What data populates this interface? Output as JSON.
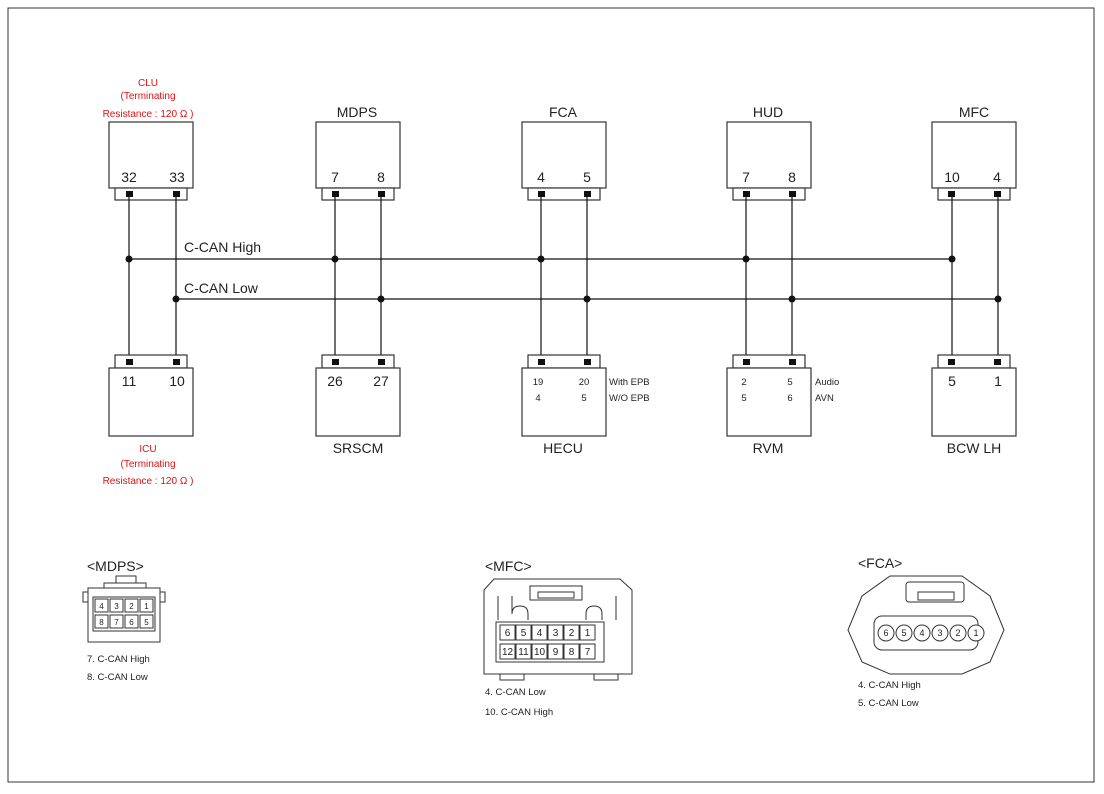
{
  "buses": {
    "high": "C-CAN High",
    "low": "C-CAN Low"
  },
  "top_modules": [
    {
      "name": "",
      "pins": [
        "32",
        "33"
      ],
      "label_lines": [
        "CLU",
        "(Terminating",
        "Resistance : 120  Ω )"
      ],
      "label_color": "#e01010"
    },
    {
      "name": "MDPS",
      "pins": [
        "7",
        "8"
      ]
    },
    {
      "name": "FCA",
      "pins": [
        "4",
        "5"
      ]
    },
    {
      "name": "HUD",
      "pins": [
        "7",
        "8"
      ]
    },
    {
      "name": "MFC",
      "pins": [
        "10",
        "4"
      ]
    }
  ],
  "bottom_modules": [
    {
      "name": "",
      "pins": [
        "11",
        "10"
      ],
      "label_lines": [
        "ICU",
        "(Terminating",
        "Resistance : 120  Ω )"
      ],
      "label_color": "#e01010"
    },
    {
      "name": "SRSCM",
      "pins": [
        "26",
        "27"
      ]
    },
    {
      "name": "HECU",
      "pin_rows": [
        [
          "19",
          "20",
          "With EPB"
        ],
        [
          "4",
          "5",
          "W/O EPB"
        ]
      ]
    },
    {
      "name": "RVM",
      "pin_rows": [
        [
          "2",
          "5",
          "Audio"
        ],
        [
          "5",
          "6",
          "AVN"
        ]
      ]
    },
    {
      "name": "BCW LH",
      "pins": [
        "5",
        "1"
      ]
    }
  ],
  "connectors": [
    {
      "title": "<MDPS>",
      "pins_top": [
        "4",
        "3",
        "2",
        "1"
      ],
      "pins_bottom": [
        "8",
        "7",
        "6",
        "5"
      ],
      "notes": [
        "7. C-CAN High",
        "8. C-CAN Low"
      ]
    },
    {
      "title": "<MFC>",
      "pins_top": [
        "6",
        "5",
        "4",
        "3",
        "2",
        "1"
      ],
      "pins_bottom": [
        "12",
        "11",
        "10",
        "9",
        "8",
        "7"
      ],
      "notes": [
        "4. C-CAN Low",
        "10. C-CAN High"
      ]
    },
    {
      "title": "<FCA>",
      "pins": [
        "6",
        "5",
        "4",
        "3",
        "2",
        "1"
      ],
      "notes": [
        "4. C-CAN High",
        "5. C-CAN Low"
      ]
    }
  ],
  "colors": {
    "terminating_label": "#e01010",
    "line": "#111111"
  }
}
